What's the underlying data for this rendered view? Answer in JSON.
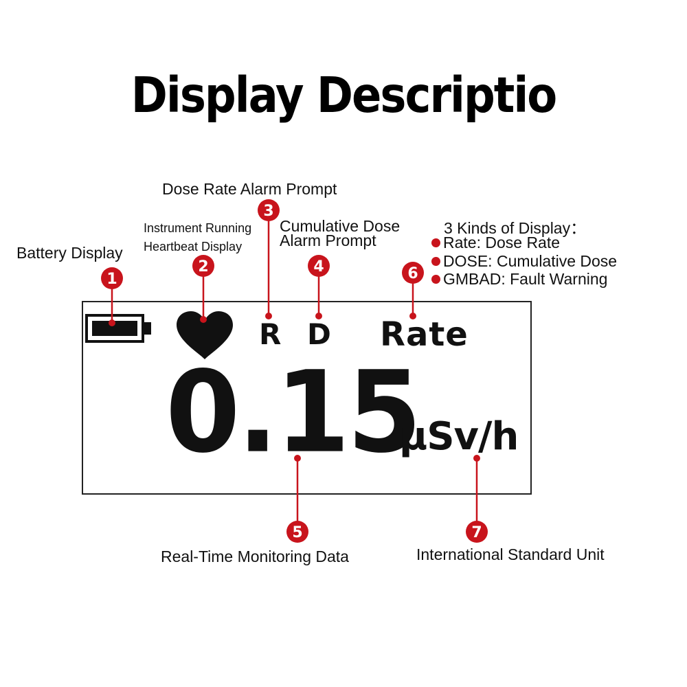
{
  "title": "Display Descriptio",
  "colors": {
    "accent_red": "#c8141c",
    "text": "#111111",
    "lcd_border": "#222222"
  },
  "callouts": [
    {
      "number": "1",
      "label": "Battery Display"
    },
    {
      "number": "2",
      "label_line1": "Instrument Running",
      "label_line2": "Heartbeat Display"
    },
    {
      "number": "3",
      "label": "Dose Rate Alarm Prompt"
    },
    {
      "number": "4",
      "label_line1": "Cumulative Dose",
      "label_line2": "Alarm Prompt"
    },
    {
      "number": "5",
      "label": "Real-Time Monitoring Data"
    },
    {
      "number": "6",
      "label": "3 Kinds of Display："
    },
    {
      "number": "7",
      "label": "International Standard Unit"
    }
  ],
  "display_modes": [
    "Rate: Dose Rate",
    "DOSE: Cumulative Dose",
    "GMBAD: Fault Warning"
  ],
  "lcd": {
    "battery_icon": "battery-full-icon",
    "heartbeat_icon": "heart-icon",
    "rate_alarm_indicator": "R",
    "dose_alarm_indicator": "D",
    "mode": "Rate",
    "value": "0.15",
    "unit": "μSv/h"
  }
}
